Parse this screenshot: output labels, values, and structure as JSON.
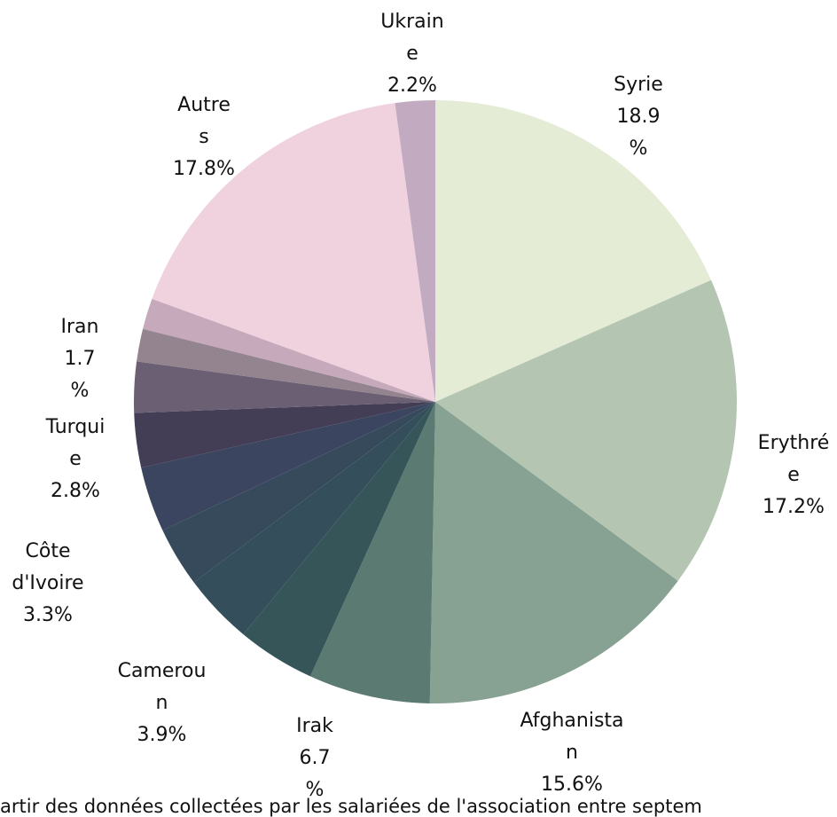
{
  "chart_data": {
    "type": "pie",
    "start_angle_deg": 0,
    "direction": "clockwise",
    "legend": "none",
    "slices": [
      {
        "label": "Syrie",
        "label_lines": [
          "Syrie",
          "18.9",
          "%"
        ],
        "value": 18.9,
        "color": "#e5ecd6"
      },
      {
        "label": "Erythrée",
        "label_lines": [
          "Erythré",
          "e",
          "17.2%"
        ],
        "value": 17.2,
        "color": "#b4c6b2"
      },
      {
        "label": "Afghanistan",
        "label_lines": [
          "Afghanista",
          "n",
          "15.6%"
        ],
        "value": 15.6,
        "color": "#87a192"
      },
      {
        "label": "Irak",
        "label_lines": [
          "Irak",
          "6.7",
          "%"
        ],
        "value": 6.7,
        "color": "#5a7a72"
      },
      {
        "label": "",
        "label_lines": [],
        "value": 4.3,
        "color": "#355559"
      },
      {
        "label": "Cameroun",
        "label_lines": [
          "Camerou",
          "n",
          "3.9%"
        ],
        "value": 3.9,
        "color": "#344e5c"
      },
      {
        "label": "Côte d'Ivoire",
        "label_lines": [
          "Côte",
          "d'Ivoire",
          "3.3%"
        ],
        "value": 3.3,
        "color": "#364a5c"
      },
      {
        "label": "",
        "label_lines": [],
        "value": 3.6,
        "color": "#3c4560"
      },
      {
        "label": "",
        "label_lines": [],
        "value": 3.0,
        "color": "#433e55"
      },
      {
        "label": "Turquie",
        "label_lines": [
          "Turqui",
          "e",
          "2.8%"
        ],
        "value": 2.8,
        "color": "#6a5f73"
      },
      {
        "label": "",
        "label_lines": [],
        "value": 1.8,
        "color": "#94848f"
      },
      {
        "label": "Iran",
        "label_lines": [
          "Iran",
          "1.7",
          "%"
        ],
        "value": 1.7,
        "color": "#c6a9bb"
      },
      {
        "label": "Autres",
        "label_lines": [
          "Autre",
          "s",
          "17.8%"
        ],
        "value": 17.8,
        "color": "#f0d2df"
      },
      {
        "label": "Ukraine",
        "label_lines": [
          "Ukrain",
          "e",
          "2.2%"
        ],
        "value": 2.2,
        "color": "#c2abc1"
      }
    ]
  },
  "footer": {
    "text": "artir des données collectées par les salariées de l'association entre septem"
  }
}
